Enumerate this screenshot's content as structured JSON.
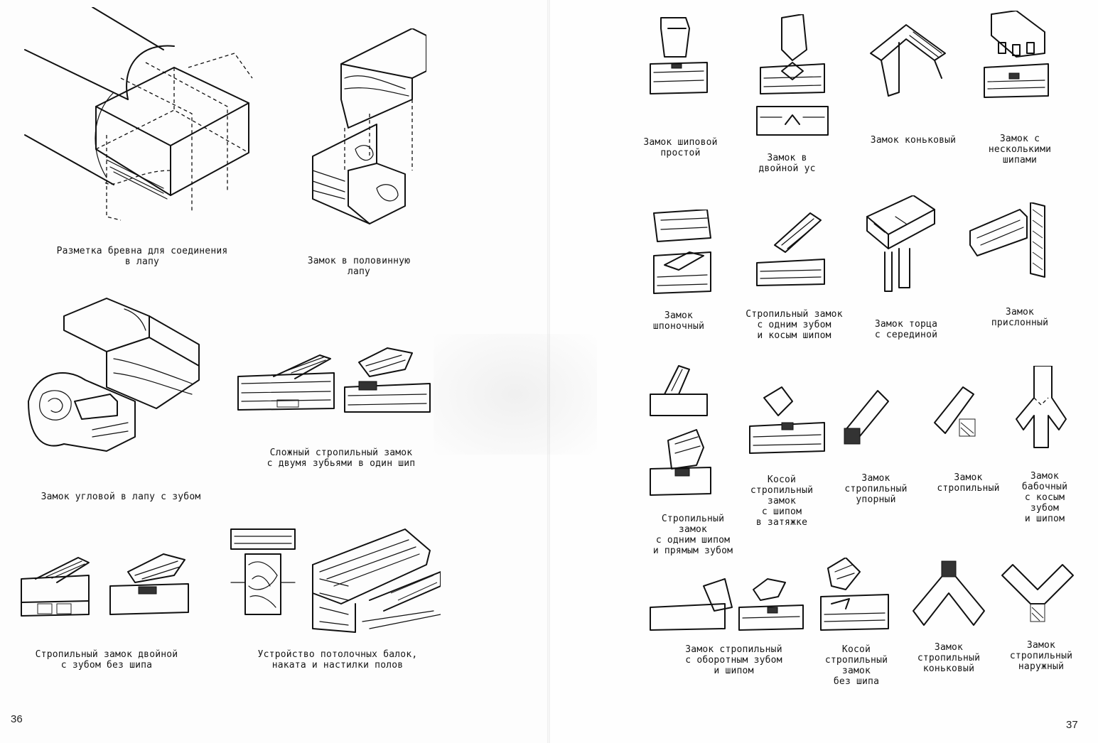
{
  "left_page": {
    "page_number": "36",
    "captions": [
      "Разметка бревна для соединения\nв лапу",
      "Замок в половинную\nлапу",
      "Замок угловой в лапу с зубом",
      "Сложный стропильный замок\nс двумя зубьями в один шип",
      "Стропильный замок двойной\nс зубом без шипа",
      "Устройство потолочных балок,\nнаката и настилки полов"
    ]
  },
  "right_page": {
    "page_number": "37",
    "captions": [
      "Замок шиповой\nпростой",
      "Замок в\nдвойной ус",
      "Замок коньковый",
      "Замок с\nнесколькими\nшипами",
      "Замок\nшпоночный",
      "Стропильный замок\nс одним зубом\nи косым шипом",
      "Замок торца\nс серединой",
      "Замок\nприслонный",
      "Стропильный\nзамок\nс одним шипом\nи прямым зубом",
      "Косой\nстропильный\nзамок\nс шипом\nв затяжке",
      "Замок\nстропильный\nупорный",
      "Замок\nстропильный",
      "Замок\nбабочный\nс косым\nзубом\nи шипом",
      "Замок стропильный\nс оборотным зубом\nи шипом",
      "Косой\nстропильный\nзамок\nбез шипа",
      "Замок\nстропильный\nконьковый",
      "Замок\nстропильный\nнаружный"
    ]
  }
}
